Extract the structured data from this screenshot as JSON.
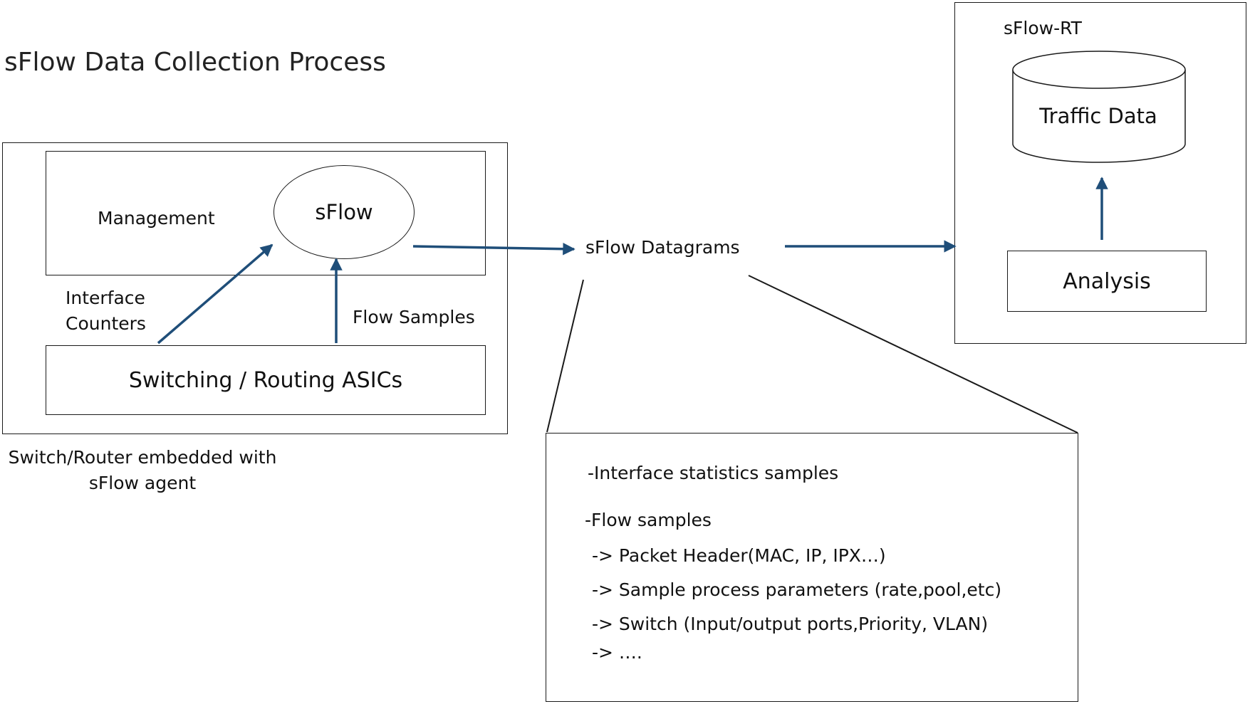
{
  "title": "sFlow Data Collection Process",
  "device": {
    "management_label": "Management",
    "sflow_label": "sFlow",
    "interface_counters_line1": "Interface",
    "interface_counters_line2": "Counters",
    "flow_samples_label": "Flow Samples",
    "asics_label": "Switching / Routing ASICs",
    "caption_line1": "Switch/Router embedded with",
    "caption_line2": "sFlow agent"
  },
  "datagrams_label": "sFlow Datagrams",
  "datagram_contents": [
    "-Interface statistics samples",
    "-Flow samples",
    "-> Packet Header(MAC, IP, IPX…)",
    "-> Sample process parameters (rate,pool,etc)",
    "-> Switch (Input/output ports,Priority,  VLAN)",
    "-> …."
  ],
  "collector": {
    "name": "sFlow-RT",
    "traffic_data_label": "Traffic Data",
    "analysis_label": "Analysis"
  },
  "colors": {
    "arrow": "#1f4e79",
    "line": "#1a1a1a",
    "text": "#111111"
  }
}
